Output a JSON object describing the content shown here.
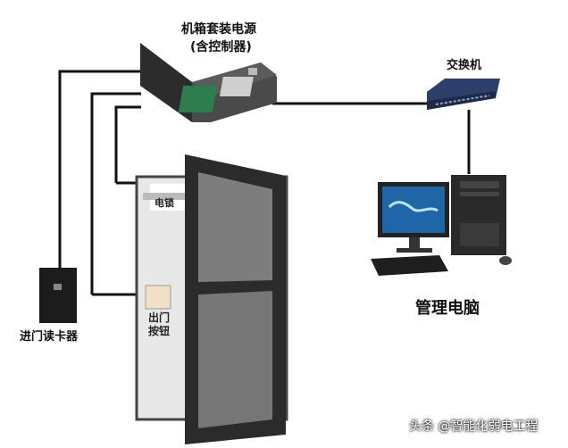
{
  "labels": {
    "cabinet_line1": "机箱套装电源",
    "cabinet_line2": "(含控制器)",
    "switch": "交换机",
    "electric_lock": "电锁",
    "exit_button_line1": "出门",
    "exit_button_line2": "按钮",
    "card_reader": "进门读卡器",
    "management_pc": "管理电脑"
  },
  "watermark": "头条 @智能化弱电工程",
  "colors": {
    "wire": "#111111",
    "door_frame": "#2b2b2b",
    "cabinet": "#3a3a3a",
    "pcb": "#2e7d4f",
    "screen": "#1e66a8",
    "switch_body": "#2f3f6b"
  }
}
